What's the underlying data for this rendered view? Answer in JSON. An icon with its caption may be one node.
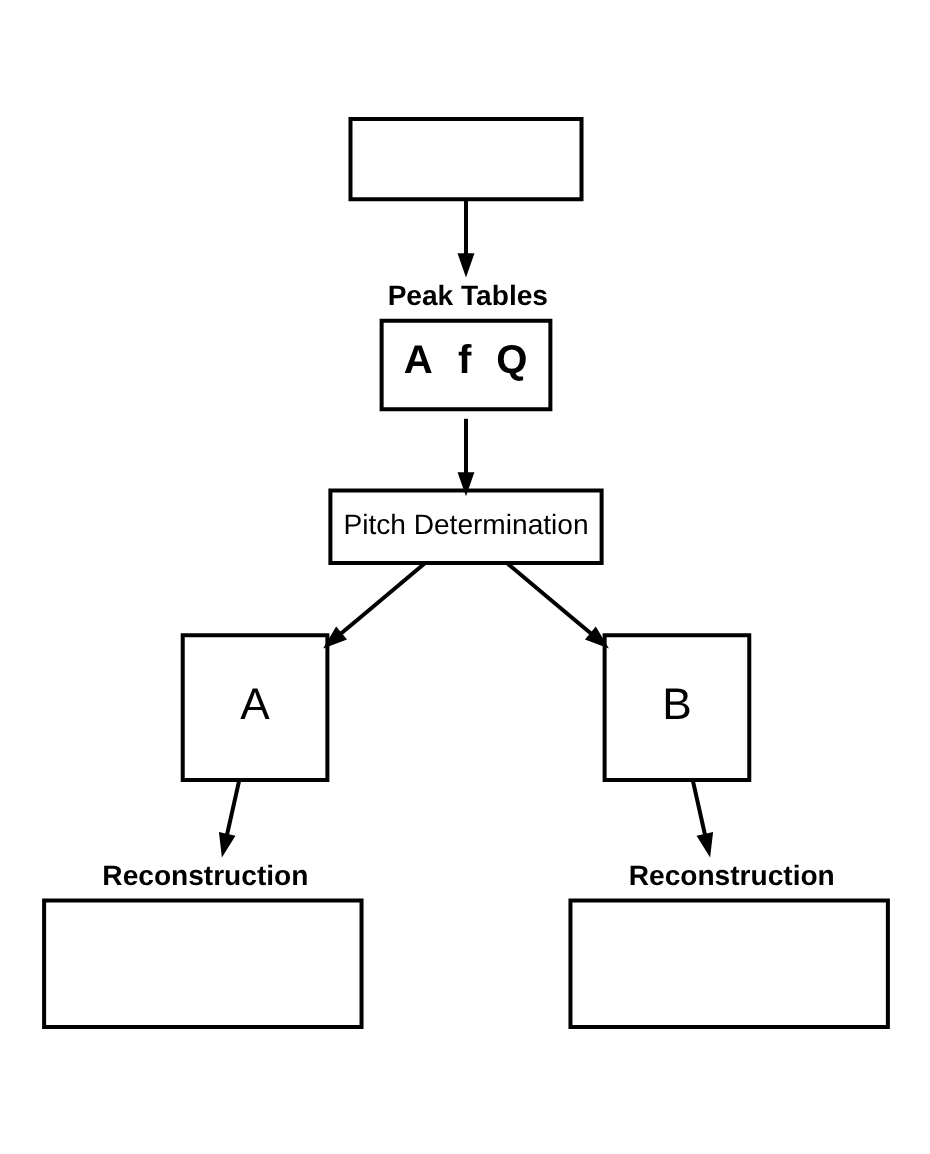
{
  "diagram": {
    "nodes": [
      {
        "text": [],
        "shape": "box"
      },
      {
        "text": [
          "Peak Tables",
          "A",
          "f",
          "Q"
        ]
      },
      {
        "text": [
          "Pitch Determination"
        ]
      },
      {
        "text": [
          "A"
        ]
      },
      {
        "text": [
          "B"
        ]
      },
      {
        "text": [
          "Reconstruction"
        ]
      },
      {
        "text": [
          "Reconstruction"
        ]
      }
    ],
    "edges": [
      {
        "from": 0,
        "to": 1,
        "arrow": "to"
      },
      {
        "from": 1,
        "to": 2,
        "arrow": "to"
      },
      {
        "from": 2,
        "to": 3,
        "arrow": "to"
      },
      {
        "from": 2,
        "to": 4,
        "arrow": "to"
      },
      {
        "from": 3,
        "to": 5,
        "arrow": "to"
      },
      {
        "from": 4,
        "to": 6,
        "arrow": "to"
      }
    ]
  }
}
